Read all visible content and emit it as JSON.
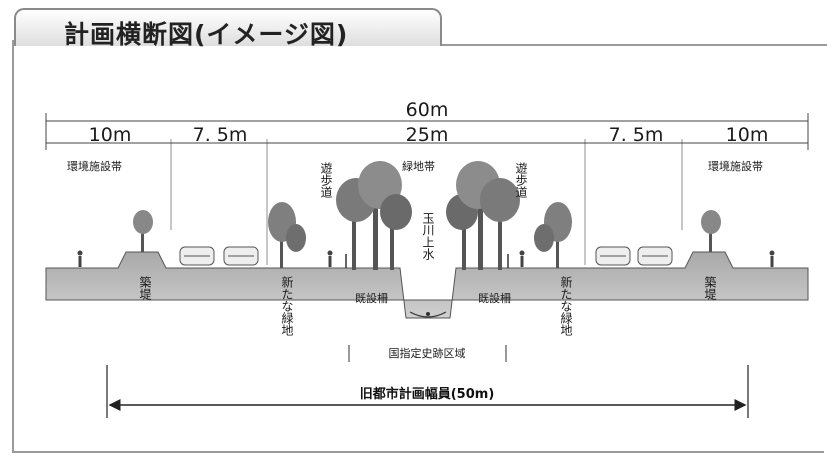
{
  "title": "計画横断図(イメージ図)",
  "dimensions": {
    "total": "60m",
    "left_band": "10m",
    "left_road": "7. 5m",
    "center": "25m",
    "right_road": "7. 5m",
    "right_band": "10m"
  },
  "labels": {
    "env_left": "環境施設帯",
    "env_right": "環境施設帯",
    "path_left": "遊歩道",
    "path_right": "遊歩道",
    "greenbelt": "緑地帯",
    "aqueduct": "玉川上水",
    "embank_left": "築堤",
    "embank_right": "築堤",
    "new_green_left": "新たな緑地",
    "new_green_right": "新たな緑地",
    "fence_left": "既設柵",
    "fence_right": "既設柵",
    "historic_area": "国指定史跡区域",
    "old_plan_width": "旧都市計画幅員(50m)"
  }
}
